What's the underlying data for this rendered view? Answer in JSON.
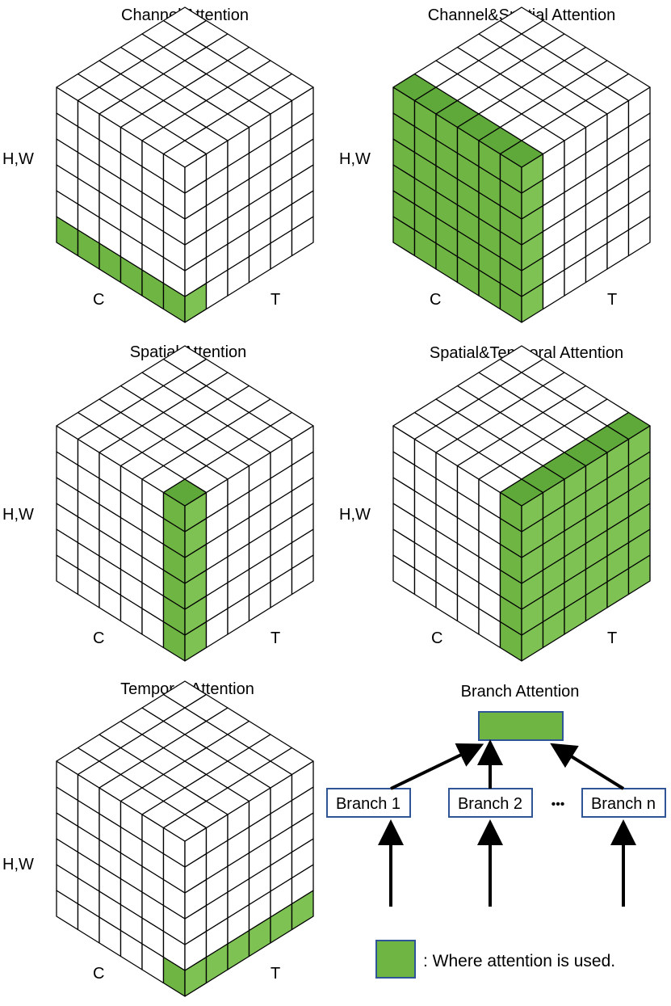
{
  "colors": {
    "green_top": "#5fa83a",
    "green_front": "#6fb544",
    "green_side": "#7ec254",
    "grid_line": "#000000",
    "box_border": "#2f5597"
  },
  "panels": [
    {
      "id": "channel",
      "title": "Channel Attention",
      "axis_left": "H,W",
      "axis_c": "C",
      "axis_t": "T",
      "highlight": "channel"
    },
    {
      "id": "channel-spatial",
      "title": "Channel&Spatial Attention",
      "axis_left": "H,W",
      "axis_c": "C",
      "axis_t": "T",
      "highlight": "channel-spatial"
    },
    {
      "id": "spatial",
      "title": "Spatial Attention",
      "axis_left": "H,W",
      "axis_c": "C",
      "axis_t": "T",
      "highlight": "spatial"
    },
    {
      "id": "spatial-temporal",
      "title": "Spatial&Temporal Attention",
      "axis_left": "H,W",
      "axis_c": "C",
      "axis_t": "T",
      "highlight": "spatial-temporal"
    },
    {
      "id": "temporal",
      "title": "Temporal Attention",
      "axis_left": "H,W",
      "axis_c": "C",
      "axis_t": "T",
      "highlight": "temporal"
    }
  ],
  "branch": {
    "title": "Branch Attention",
    "branches": [
      "Branch 1",
      "Branch 2",
      "Branch n"
    ],
    "ellipsis": "•••"
  },
  "legend": {
    "text": ": Where attention is used."
  }
}
